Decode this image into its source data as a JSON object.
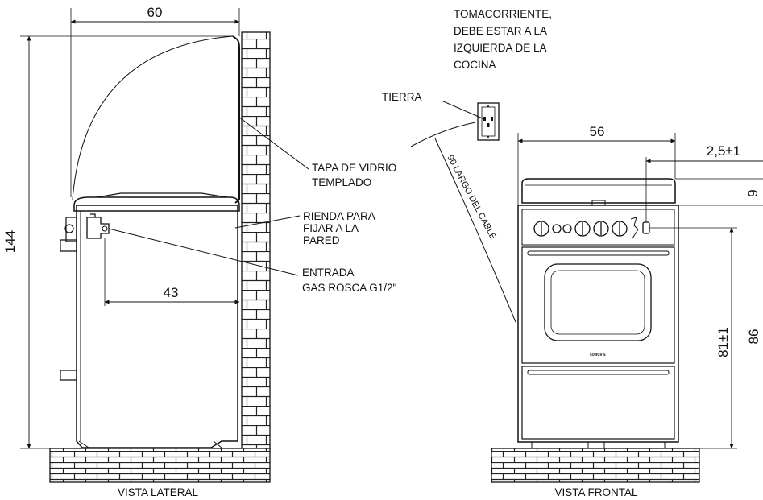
{
  "dimensions": {
    "side_depth_open": "60",
    "side_total_height": "144",
    "side_depth_body": "43",
    "front_width": "56",
    "front_offset": "2,5±1",
    "front_lid_height": "9",
    "front_counter_height": "81±1",
    "front_total_height": "86"
  },
  "labels": {
    "outlet": [
      "TOMACORRIENTE,",
      "DEBE ESTAR A LA",
      "IZQUIERDA DE LA",
      "COCINA"
    ],
    "ground": "TIERRA",
    "glass_lid": [
      "TAPA DE VIDRIO",
      "TEMPLADO"
    ],
    "strap": [
      "RIENDA PARA",
      "FIJAR A LA",
      "PARED"
    ],
    "gas_inlet": [
      "ENTRADA",
      "GAS ROSCA G1/2\""
    ],
    "cable_length": "90 LARGO DEL CABLE",
    "brand": "LONGVIE"
  },
  "captions": {
    "side": "VISTA LATERAL",
    "front": "VISTA FRONTAL"
  }
}
